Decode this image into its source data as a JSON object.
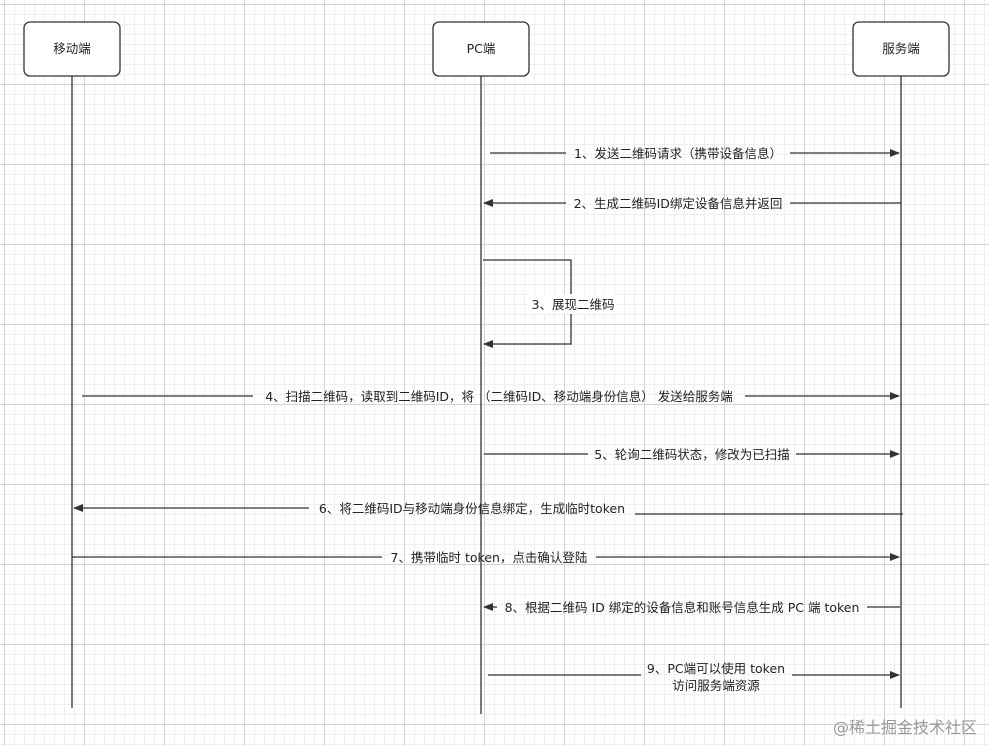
{
  "participants": {
    "mobile": "移动端",
    "pc": "PC端",
    "server": "服务端"
  },
  "messages": {
    "m1": "1、发送二维码请求（携带设备信息）",
    "m2": "2、生成二维码ID绑定设备信息并返回",
    "m3": "3、展现二维码",
    "m4": "4、扫描二维码，读取到二维码ID，将 （二维码ID、移动端身份信息） 发送给服务端",
    "m5": "5、轮询二维码状态，修改为已扫描",
    "m6": "6、将二维码ID与移动端身份信息绑定，生成临时token",
    "m7": "7、携带临时 token，点击确认登陆",
    "m8": "8、根据二维码 ID 绑定的设备信息和账号信息生成 PC 端 token",
    "m9_line1": "9、PC端可以使用 token",
    "m9_line2": "访问服务端资源"
  },
  "watermark": "@稀土掘金技术社区"
}
